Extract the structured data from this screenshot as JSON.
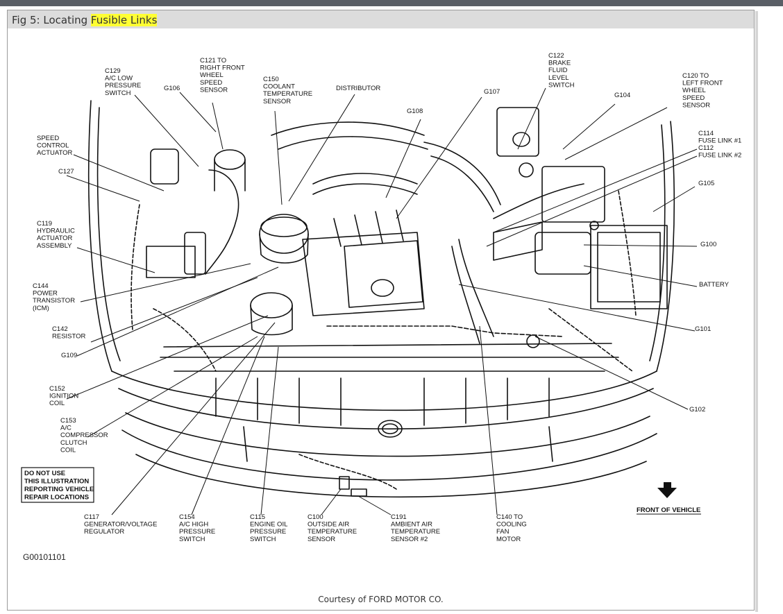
{
  "caption": {
    "prefix": "Fig 5: Locating ",
    "highlight": "Fusible Links"
  },
  "figure_code": "G00101101",
  "courtesy": "Courtesy of FORD MOTOR CO.",
  "warning_box": [
    "DO NOT USE",
    "THIS ILLUSTRATION",
    "REPORTING VEHICLE",
    "REPAIR LOCATIONS"
  ],
  "front_of_vehicle": "FRONT OF VEHICLE",
  "labels": {
    "c129": [
      "C129",
      "A/C LOW",
      "PRESSURE",
      "SWITCH"
    ],
    "g106": [
      "G106"
    ],
    "c121": [
      "C121 TO",
      "RIGHT FRONT",
      "WHEEL",
      "SPEED",
      "SENSOR"
    ],
    "c150": [
      "C150",
      "COOLANT",
      "TEMPERATURE",
      "SENSOR"
    ],
    "distributor": [
      "DISTRIBUTOR"
    ],
    "g107": [
      "G107"
    ],
    "g108": [
      "G108"
    ],
    "c122": [
      "C122",
      "BRAKE",
      "FLUID",
      "LEVEL",
      "SWITCH"
    ],
    "g104": [
      "G104"
    ],
    "c120": [
      "C120 TO",
      "LEFT FRONT",
      "WHEEL",
      "SPEED",
      "SENSOR"
    ],
    "speed_control": [
      "SPEED",
      "CONTROL",
      "ACTUATOR"
    ],
    "c114": [
      "C114",
      "FUSE LINK #1"
    ],
    "c112": [
      "C112",
      "FUSE LINK #2"
    ],
    "c127": [
      "C127"
    ],
    "g105": [
      "G105"
    ],
    "c119": [
      "C119",
      "HYDRAULIC",
      "ACTUATOR",
      "ASSEMBLY"
    ],
    "g100": [
      "G100"
    ],
    "battery": [
      "BATTERY"
    ],
    "c144": [
      "C144",
      "POWER",
      "TRANSISTOR",
      "(ICM)"
    ],
    "c142": [
      "C142",
      "RESISTOR"
    ],
    "g101": [
      "G101"
    ],
    "g109": [
      "G109"
    ],
    "c152": [
      "C152",
      "IGNITION",
      "COIL"
    ],
    "g102": [
      "G102"
    ],
    "c153": [
      "C153",
      "A/C",
      "COMPRESSOR",
      "CLUTCH",
      "COIL"
    ],
    "c117": [
      "C117",
      "GENERATOR/VOLTAGE",
      "REGULATOR"
    ],
    "c154": [
      "C154",
      "A/C HIGH",
      "PRESSURE",
      "SWITCH"
    ],
    "c115": [
      "C115",
      "ENGINE OIL",
      "PRESSURE",
      "SWITCH"
    ],
    "c100": [
      "C100",
      "OUTSIDE AIR",
      "TEMPERATURE",
      "SENSOR"
    ],
    "c191": [
      "C191",
      "AMBIENT AIR",
      "TEMPERATURE",
      "SENSOR #2"
    ],
    "c140": [
      "C140 TO",
      "COOLING",
      "FAN",
      "MOTOR"
    ]
  }
}
